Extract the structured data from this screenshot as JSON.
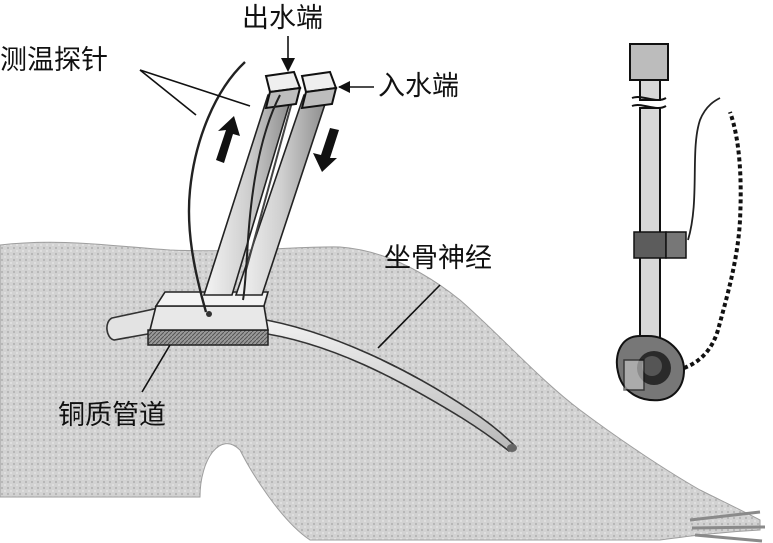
{
  "labels": {
    "outlet": "出水端",
    "inlet": "入水端",
    "temp_probe": "测温探针",
    "sciatic_nerve": "坐骨神经",
    "copper_tube": "铜质管道"
  },
  "colors": {
    "tissue_fill": "#c9c9c9",
    "ink": "#111111",
    "tube_fill": "#e6e6e6",
    "block_dark": "#555555"
  }
}
